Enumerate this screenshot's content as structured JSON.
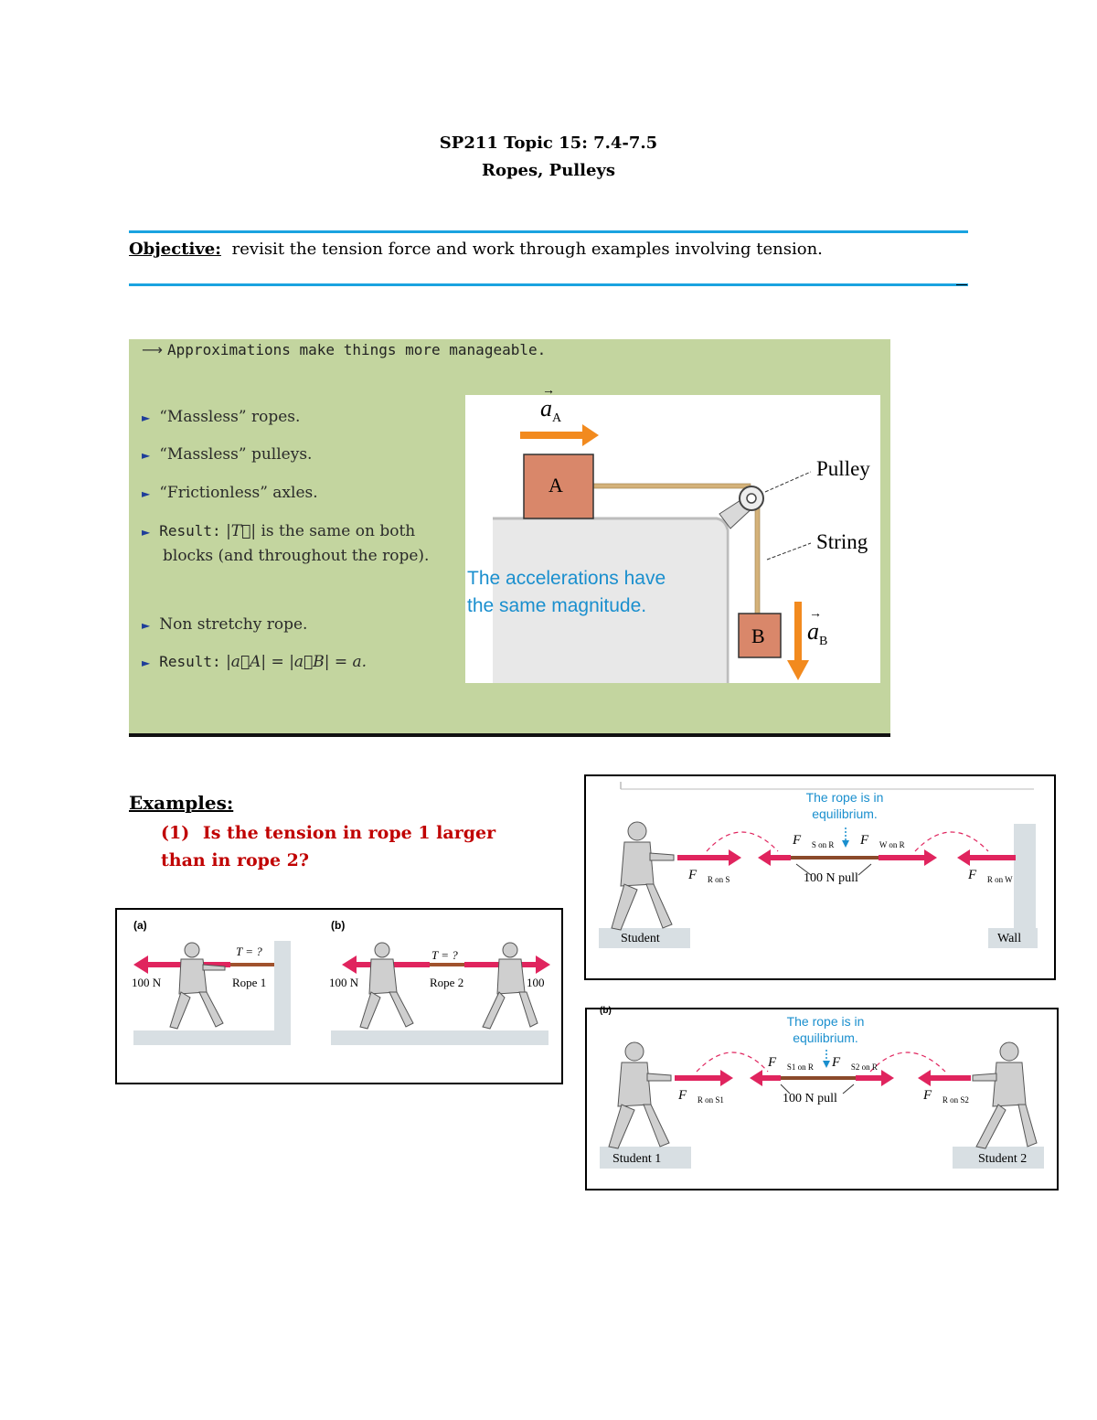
{
  "header": {
    "title": "SP211 Topic 15:  7.4-7.5",
    "subtitle": "Ropes, Pulleys"
  },
  "objective": {
    "label": "Objective:",
    "text": "revisit the tension force and work through examples involving tension."
  },
  "slide": {
    "headline": "Approximations make things more manageable.",
    "bullets": [
      "“Massless” ropes.",
      "“Massless” pulleys.",
      "“Frictionless” axles."
    ],
    "result1_label": "Result:",
    "result1_text_a": "is the same on both",
    "result1_text_b": "blocks (and throughout the rope).",
    "bullet_nonstretch": "Non stretchy rope.",
    "result2_label": "Result:",
    "result2_math": "|a⃗A| = |a⃗B| = a.",
    "diagram": {
      "block_a": "A",
      "block_b": "B",
      "pulley_label": "Pulley",
      "string_label": "String",
      "caption_line1": "The accelerations have",
      "caption_line2": "the same magnitude.",
      "accel_a": "a",
      "accel_a_sub": "A",
      "accel_b": "a",
      "accel_b_sub": "B"
    }
  },
  "examples": {
    "heading": "Examples:",
    "q1_number": "(1)",
    "q1_text": "Is the tension in rope 1 larger than in rope 2?"
  },
  "figure_ab": {
    "a_label": "(a)",
    "b_label": "(b)",
    "t_a": "T = ?",
    "t_b": "T = ?",
    "force_a": "100 N",
    "rope_a": "Rope 1",
    "force_b_left": "100 N",
    "rope_b": "Rope 2",
    "force_b_right": "100"
  },
  "figure_wall": {
    "caption_line1": "The rope is in",
    "caption_line2": "equilibrium.",
    "f_s_on_r": "S on R",
    "f_w_on_r": "W on R",
    "f_r_on_s": "R on S",
    "f_r_on_w": "R on W",
    "pull": "100 N pull",
    "student": "Student",
    "wall": "Wall"
  },
  "figure_students": {
    "corner_label": "(b)",
    "caption_line1": "The rope is in",
    "caption_line2": "equilibrium.",
    "f_s1_on_r": "S1 on R",
    "f_s2_on_r": "S2 on R",
    "f_r_on_s1": "R on S1",
    "f_r_on_s2": "R on S2",
    "pull": "100 N pull",
    "student1": "Student 1",
    "student2": "Student 2"
  },
  "colors": {
    "rule_blue": "#1aa3e0",
    "slide_green": "#c3d59f",
    "force_red": "#e0245e",
    "accel_orange": "#f28a1e",
    "block_brown": "#d9876a",
    "caption_blue": "#1a8fce",
    "question_red": "#c00000"
  }
}
